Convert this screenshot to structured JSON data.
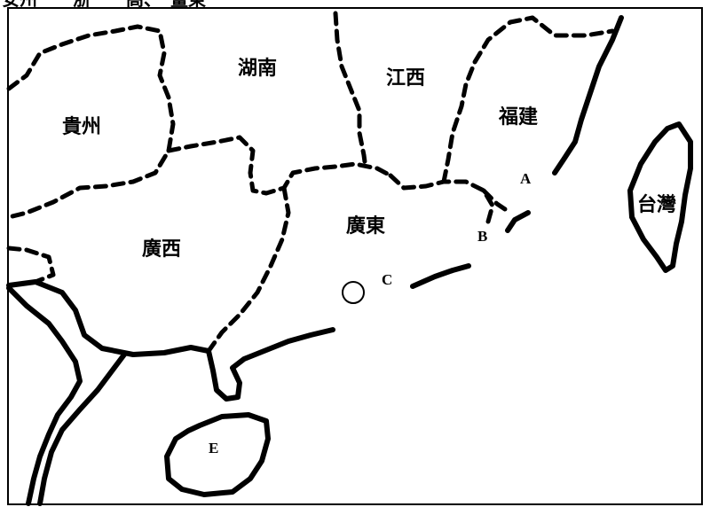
{
  "top_label": "安州　　浙　　高、　畫東",
  "provinces": {
    "guizhou": "貴州",
    "hunan": "湖南",
    "jiangxi": "江西",
    "fujian": "福建",
    "guangdong": "廣東",
    "guangxi": "廣西",
    "taiwan": "台灣"
  },
  "markers": {
    "a": "A",
    "b": "B",
    "c": "C",
    "e": "E"
  }
}
